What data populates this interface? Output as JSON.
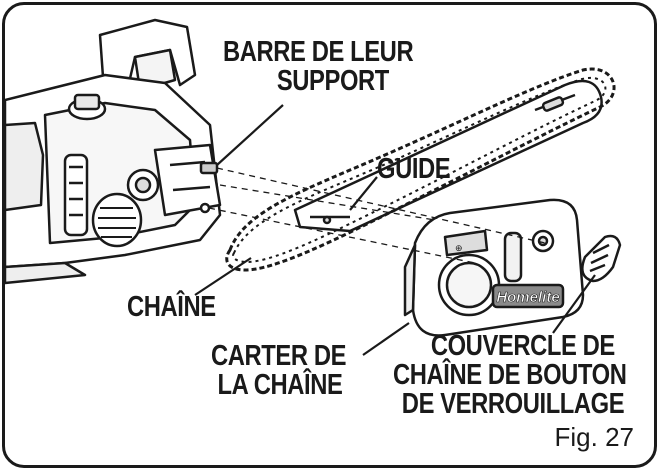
{
  "labels": {
    "bar_support": "BARRE DE LEUR SUPPORT",
    "guide": "GUIDE",
    "chain": "CHAÎNE",
    "chain_cover": "CARTER DE LA CHAÎNE",
    "lock_knob_cover": "COUVERCLE DE CHAÎNE DE BOUTON DE VERROUILLAGE"
  },
  "label_lines": {
    "bar_support": [
      "BARRE DE LEUR",
      "SUPPORT"
    ],
    "chain_cover": [
      "CARTER DE",
      "LA CHAÎNE"
    ],
    "lock_knob_cover": [
      "COUVERCLE DE",
      "CHAÎNE DE BOUTON",
      "DE VERROUILLAGE"
    ]
  },
  "brand_text": "Homelite",
  "figure_label": "Fig. 27",
  "colors": {
    "ink": "#1a1a1a",
    "paper": "#ffffff",
    "shade": "#cfcfcf"
  }
}
